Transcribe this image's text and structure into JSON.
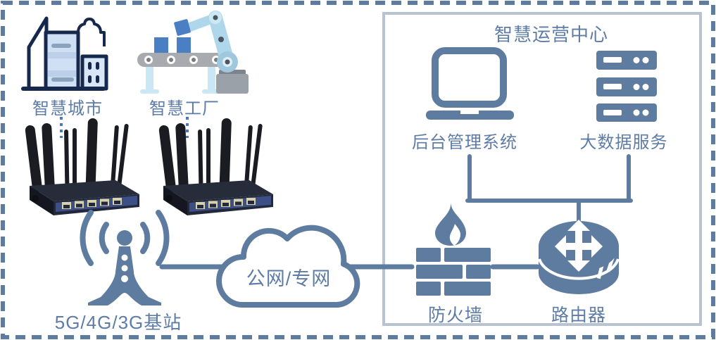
{
  "palette": {
    "slate": "#5E7CA0",
    "label_text": "#5E7CA6",
    "navy_outline": "#16294D",
    "light_blue_fill": "#CFE0F4",
    "accent_blue": "#4A7FC4",
    "panel_border": "#B7C3D0",
    "antenna_black": "#1A1C22",
    "background": "#FFFFFF"
  },
  "nodes": {
    "smart_city": {
      "label": "智慧城市",
      "icon": "city-buildings-icon"
    },
    "smart_factory": {
      "label": "智慧工厂",
      "icon": "robot-arm-conveyor-icon"
    },
    "cpe_router_left": {
      "icon": "industrial-router-device-icon"
    },
    "cpe_router_right": {
      "icon": "industrial-router-device-icon"
    },
    "base_station": {
      "label": "5G/4G/3G基站",
      "icon": "signal-tower-icon"
    },
    "network_cloud": {
      "label": "公网/专网",
      "icon": "cloud-icon"
    },
    "firewall": {
      "label": "防火墙",
      "icon": "firewall-brick-flame-icon"
    },
    "core_router": {
      "label": "路由器",
      "icon": "router-cylinder-icon"
    },
    "operations_center": {
      "title": "智慧运营中心"
    },
    "backend_system": {
      "label": "后台管理系统",
      "icon": "laptop-icon"
    },
    "big_data_service": {
      "label": "大数据服务",
      "icon": "server-stack-icon"
    }
  }
}
